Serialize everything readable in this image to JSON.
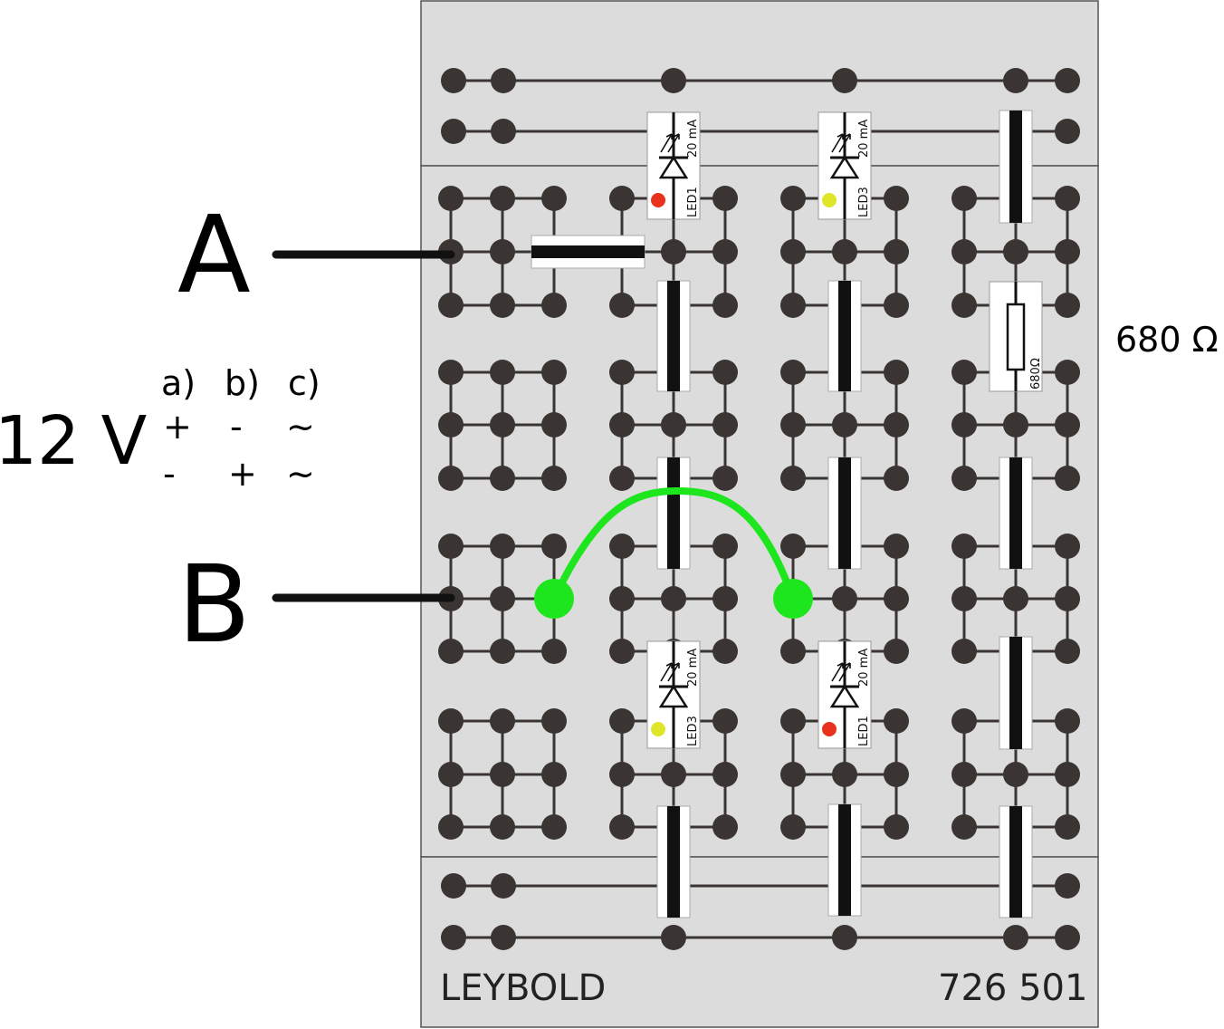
{
  "labels": {
    "terminal_a": "A",
    "terminal_b": "B",
    "voltage": "12 V",
    "resistor_side": "680 Ω"
  },
  "polarity_table": {
    "headers": [
      "a)",
      "b)",
      "c)"
    ],
    "row1": [
      "+",
      "-",
      "~"
    ],
    "row2": [
      "-",
      "+",
      "~"
    ]
  },
  "board": {
    "brand": "LEYBOLD",
    "part_number": "726 501"
  },
  "components": {
    "led_top_left": {
      "name": "LED1",
      "rating": "20 mA",
      "color": "#e8321e"
    },
    "led_top_right": {
      "name": "LED3",
      "rating": "20 mA",
      "color": "#dfe62a"
    },
    "led_bot_left": {
      "name": "LED3",
      "rating": "20 mA",
      "color": "#dfe62a"
    },
    "led_bot_right": {
      "name": "LED1",
      "rating": "20 mA",
      "color": "#e8321e"
    },
    "resistor": {
      "name": "680Ω"
    }
  },
  "colors": {
    "board": "#dcdcdc",
    "node": "#3a3533",
    "jumper_wire": "#1ee61e",
    "bridge": "#111111"
  }
}
